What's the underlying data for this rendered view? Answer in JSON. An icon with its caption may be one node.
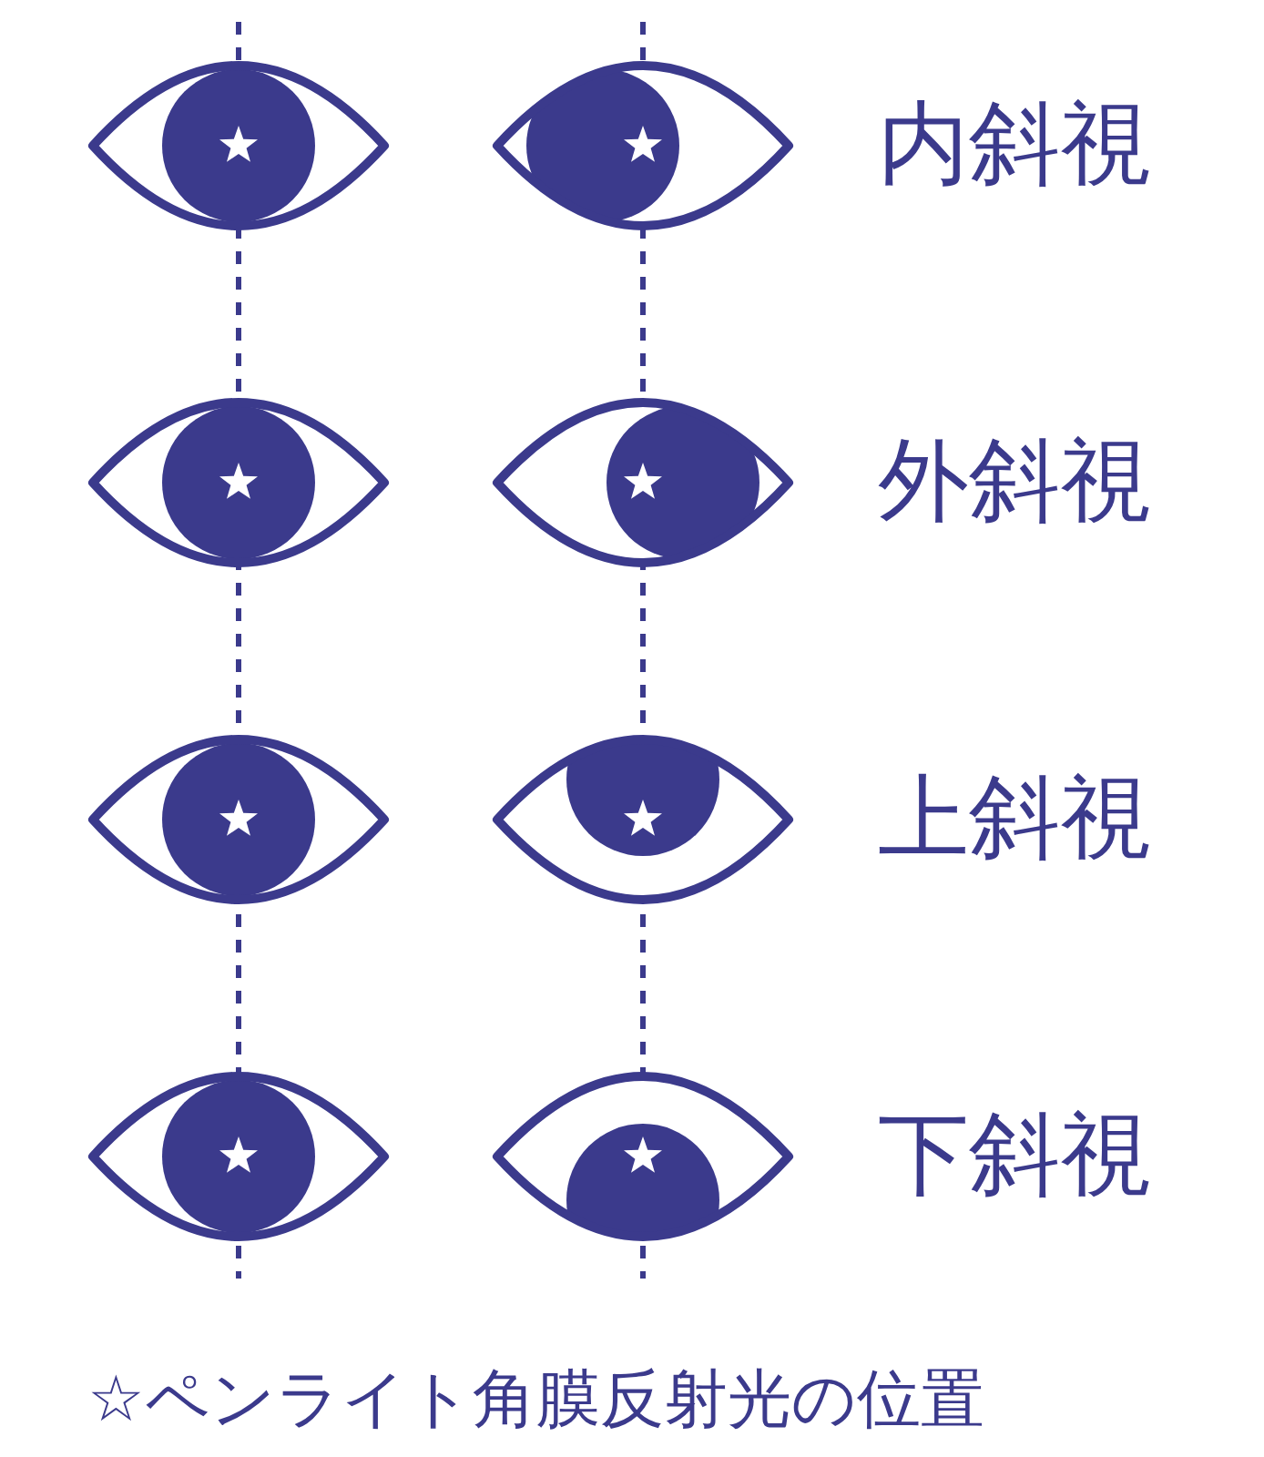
{
  "diagram": {
    "caption": "☆ペンライト角膜反射光の位置",
    "labels": [
      "内斜視",
      "外斜視",
      "上斜視",
      "下斜視"
    ]
  }
}
